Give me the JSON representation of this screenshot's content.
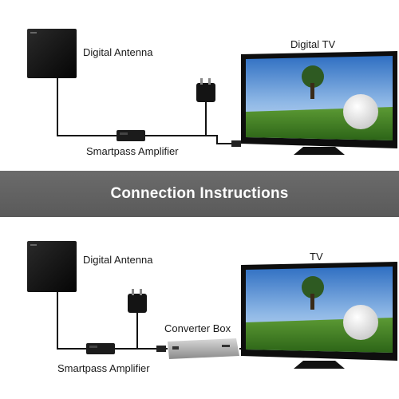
{
  "top": {
    "antenna_label": "Digital Antenna",
    "tv_label": "Digital TV",
    "amplifier_label": "Smartpass Amplifier"
  },
  "banner": {
    "title": "Connection Instructions"
  },
  "bottom": {
    "antenna_label": "Digital Antenna",
    "tv_label": "TV",
    "converter_label": "Converter Box",
    "amplifier_label": "Smartpass Amplifier"
  },
  "colors": {
    "banner": "#5f5f5f",
    "sky": "#3f7cc9",
    "grass": "#3a7a22",
    "cable": "#111111"
  }
}
